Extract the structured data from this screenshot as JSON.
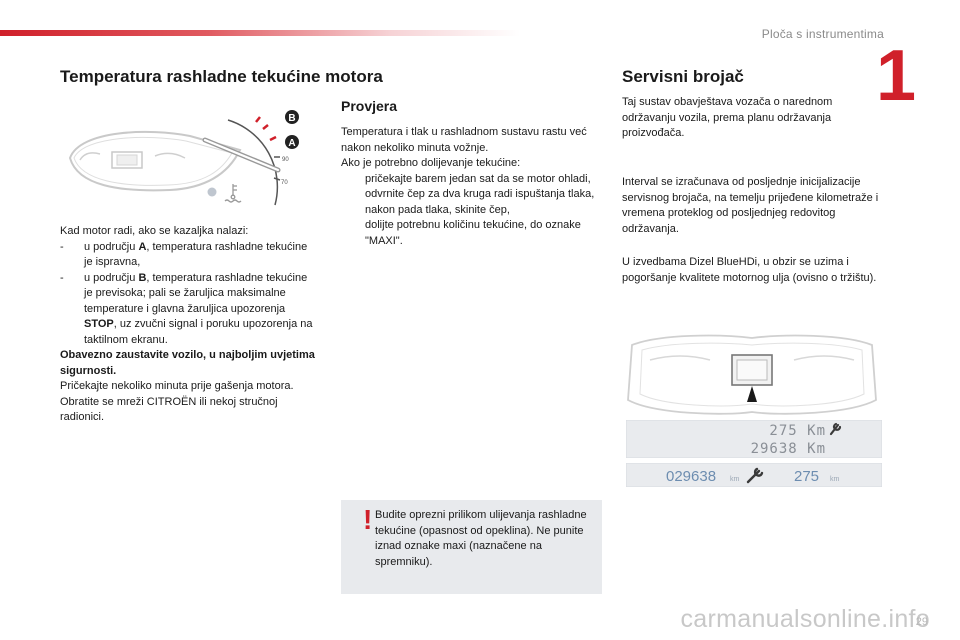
{
  "header": {
    "section_title": "Ploča s instrumentima",
    "chapter_number": "1",
    "page_number": "29"
  },
  "watermark": "carmanualsonline.info",
  "left": {
    "title": "Temperatura rashladne tekućine motora",
    "gauge_labels": {
      "zone_a": "A",
      "zone_b": "B",
      "tick_90": "90",
      "tick_70": "70"
    },
    "intro": "Kad motor radi, ako se kazaljka nalazi:",
    "items": [
      {
        "marker": "-",
        "pre": "u području ",
        "bold": "A",
        "post": ", temperatura rashladne tekućine je ispravna,"
      },
      {
        "marker": "-",
        "pre": "u području ",
        "bold": "B",
        "post": ", temperatura rashladne tekućine je previsoka; pali se žaruljica maksimalne temperature i glavna žaruljica upozorenja ",
        "bold2": "STOP",
        "post2": ", uz zvučni signal i poruku upozorenja na taktilnom ekranu."
      }
    ],
    "bold_note": "Obavezno zaustavite vozilo, u najboljim uvjetima sigurnosti.",
    "note1": "Pričekajte nekoliko minuta prije gašenja motora.",
    "note2": "Obratite se mreži CITROËN ili nekoj stručnoj radionici."
  },
  "middle": {
    "title": "Provjera",
    "intro": "Temperatura i tlak u rashladnom sustavu rastu već nakon nekoliko minuta vožnje.",
    "intro2": "Ako je potrebno dolijevanje tekućine:",
    "bullet_marker": "",
    "items": [
      "pričekajte barem jedan sat da se motor ohladi,",
      "odvrnite čep za dva kruga radi ispuštanja tlaka,",
      "nakon pada tlaka, skinite čep,",
      "dolijte potrebnu količinu tekućine, do oznake \"MAXI\"."
    ],
    "warning_mark": "!",
    "warning": "Budite oprezni prilikom ulijevanja rashladne tekućine (opasnost od opeklina). Ne punite iznad oznake maxi (naznačene na spremniku)."
  },
  "right": {
    "title": "Servisni brojač",
    "p1": "Taj sustav obavještava vozača o narednom održavanju vozila, prema planu održavanja proizvođača.",
    "p2": "Interval se izračunava od posljednje inicijalizacije servisnog brojača, na temelju prijeđene kilometraže i vremena proteklog od posljednjeg redovitog održavanja.",
    "p3": "U izvedbama Dizel BlueHDi, u obzir se uzima i pogoršanje kvalitete motornog ulja (ovisno o tržištu).",
    "display1_line1": "275 Km",
    "display1_line2": "29638 Km",
    "display2_odo": "029638",
    "display2_odo_unit": "km",
    "display2_service": "275",
    "display2_service_unit": "km"
  }
}
